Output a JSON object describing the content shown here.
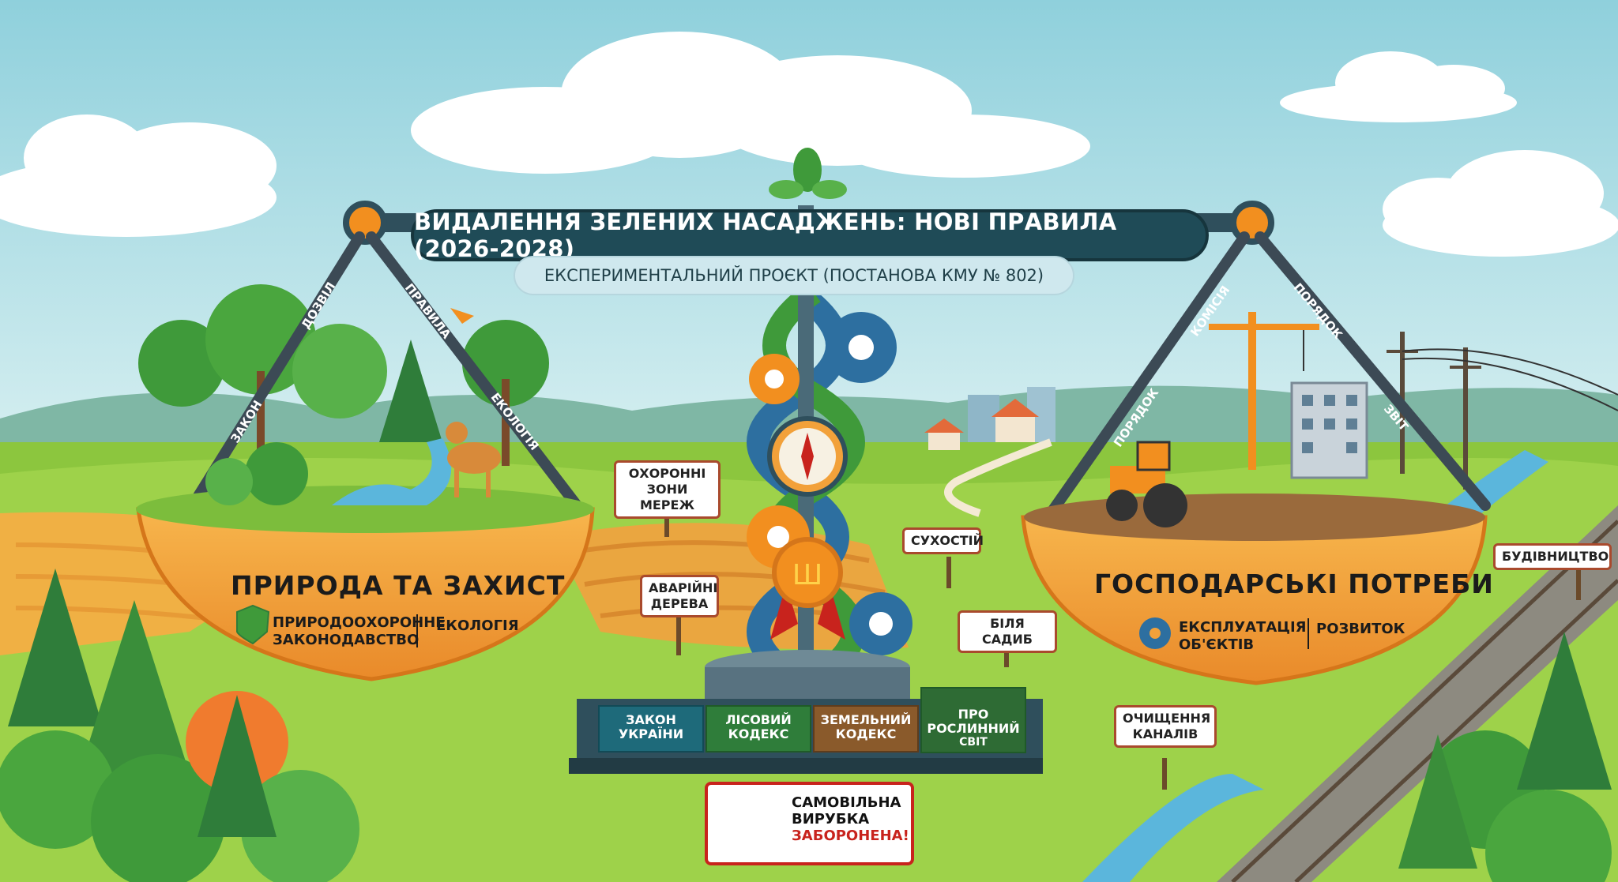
{
  "title": "ВИДАЛЕННЯ ЗЕЛЕНИХ НАСАДЖЕНЬ: НОВІ ПРАВИЛА (2026-2028)",
  "subtitle": "ЕКСПЕРИМЕНТАЛЬНИЙ ПРОЄКТ (ПОСТАНОВА КМУ № 802)",
  "left_pan": {
    "title": "ПРИРОДА ТА ЗАХИСТ",
    "legislation_line1": "ПРИРОДООХОРОННЕ",
    "legislation_line2": "ЗАКОНОДАВСТВО",
    "ecology": "ЕКОЛОГІЯ",
    "chain_labels": [
      "ДОЗВІЛ",
      "ПРАВИЛА",
      "ЗАКОН",
      "ЕКОЛОГІЯ"
    ]
  },
  "right_pan": {
    "title": "ГОСПОДАРСЬКІ ПОТРЕБИ",
    "exploitation_line1": "ЕКСПЛУАТАЦІЯ",
    "exploitation_line2": "ОБ'ЄКТІВ",
    "development": "РОЗВИТОК",
    "chain_labels": [
      "КОМІСІЯ",
      "ПОРЯДОК",
      "ПОРЯДОК",
      "ЗВІТ"
    ]
  },
  "signs": {
    "protective_zones_line1": "ОХОРОННІ",
    "protective_zones_line2": "ЗОНИ МЕРЕЖ",
    "emergency_trees_line1": "АВАРІЙНІ",
    "emergency_trees_line2": "ДЕРЕВА",
    "deadwood": "СУХОСТІЙ",
    "near_homesteads": "БІЛЯ САДИБ",
    "construction": "БУДІВНИЦТВО",
    "canal_cleaning_line1": "ОЧИЩЕННЯ",
    "canal_cleaning_line2": "КАНАЛІВ"
  },
  "books": [
    {
      "line1": "ЗАКОН",
      "line2": "УКРАЇНИ",
      "color": "#1e6a7a",
      "text_color": "#ffffff"
    },
    {
      "line1": "ЛІСОВИЙ",
      "line2": "КОДЕКС",
      "color": "#2f7d3a",
      "text_color": "#ffffff"
    },
    {
      "line1": "ЗЕМЕЛЬНИЙ",
      "line2": "КОДЕКС",
      "color": "#8a5a2b",
      "text_color": "#ffffff"
    },
    {
      "line1": "ПРО",
      "line2": "РОСЛИННИЙ",
      "line3": "СВІТ",
      "color": "#2e6b34",
      "text_color": "#ffffff"
    }
  ],
  "warning": {
    "line1": "САМОВІЛЬНА",
    "line2": "ВИРУБКА",
    "line3": "ЗАБОРОНЕНА!"
  },
  "colors": {
    "sky": "#a9dbe4",
    "grass": "#8cc63e",
    "bowl": "#f2a13a",
    "banner": "#1f4b57",
    "warning_red": "#c8231d"
  },
  "icons": [
    "shield-icon",
    "gear-icon",
    "trident-icon",
    "compass-icon",
    "no-chainsaw-icon",
    "deer-icon",
    "tractor-icon",
    "crane-icon",
    "bird-icon"
  ]
}
